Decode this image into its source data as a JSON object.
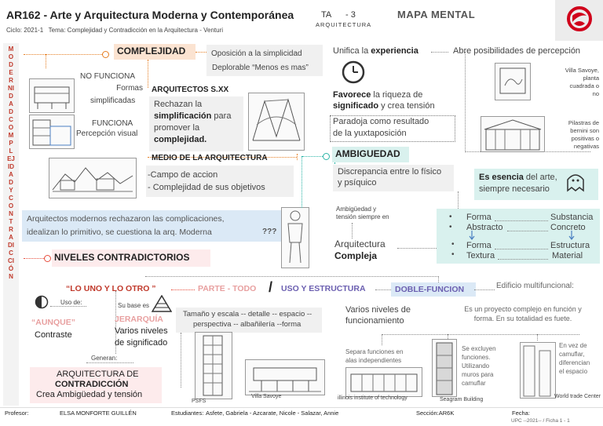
{
  "header": {
    "title": "AR162 - Arte y Arquitectura Moderna y Contemporánea",
    "cycle_label": "Ciclo: 2021-1",
    "theme_label": "Tema: Complejidad y Contradicción en la Arquitectura - Venturi",
    "ta": "TA",
    "ta_num": "- 3",
    "area": "ARQUITECTURA",
    "map_title": "MAPA MENTAL"
  },
  "vertical_title": "MODERNIDAD COMPLEJIDAD Y CONTRADICCIÓN",
  "complejidad": {
    "title": "COMPLEJIDAD",
    "opp1": "Oposición a la simplicidad",
    "opp2": "Deplorable “Menos es mas”",
    "no_funciona": "NO FUNCIONA",
    "formas": "Formas",
    "simplificadas": "simplificadas",
    "funciona": "FUNCIONA",
    "percepcion": "Percepción visual",
    "arq_title": "ARQUITECTOS S.XX",
    "arq_l1": "Rechazan la",
    "arq_l2a": "simplificación",
    "arq_l2b": " para",
    "arq_l3": "promover la",
    "arq_l4": "complejidad.",
    "medio_title": "MEDIO DE LA ARQUITECTURA",
    "medio_1": "-Campo de accion",
    "medio_2": "- Complejidad de sus objetivos",
    "modernos_1": "Arquitectos modernos rechazaron las complicaciones,",
    "modernos_2": "idealizan lo primitivo, se cuestiona la arq. Moderna",
    "qqq": "???"
  },
  "ambiguedad": {
    "unifica_a": "Unifica la ",
    "unifica_b": "experiencia",
    "abre": "Abre posibilidades de percepción",
    "favorece_a": "Favorece",
    "favorece_b": " la riqueza de",
    "favorece_c": "significado",
    "favorece_d": " y crea tensión",
    "paradoja_1": "Paradoja como resultado",
    "paradoja_2": "de la yuxtaposición",
    "savoye_1": "Villa Savoye,",
    "savoye_2": "planta",
    "savoye_3": "cuadrada o",
    "savoye_4": "no",
    "bernini_1": "Pilastras de",
    "bernini_2": "bernini son",
    "bernini_3": "positivas o",
    "bernini_4": "negativas",
    "title": "AMBIGUEDAD",
    "discrep_1": "Discrepancia entre lo físico",
    "discrep_2": "y psíquico",
    "esencia_a": "Es esencia",
    "esencia_b": " del arte,",
    "esencia_c": "siempre necesario",
    "tension_1": "Ambigüedad y",
    "tension_2": "tensión siempre en",
    "arq_compleja_1": "Arquitectura",
    "arq_compleja_2": "Compleja",
    "forma_1": "Forma",
    "sustancia": "Substancia",
    "abstracto": "Abstracto",
    "concreto": "Concreto",
    "forma_2": "Forma",
    "estructura": "Estructura",
    "textura": "Textura",
    "material": "Material"
  },
  "niveles": {
    "title": "NIVELES CONTRADICTORIOS",
    "uno_otro": "“LO UNO Y LO OTRO ”",
    "parte_todo": "PARTE - TODO",
    "slash": "/",
    "uso_estructura": "USO Y ESTRUCTURA",
    "doble_funcion": "DOBLE-FUNCION",
    "uso_de": "Uso de:",
    "su_base": "Su base es",
    "aunque": "“AUNQUE”",
    "contraste": "Contraste",
    "jerarquia": "JERARQUÍA",
    "varios_1": "Varios niveles",
    "varios_2": "de significado",
    "generan": "Generan:",
    "arq_contra_1": "ARQUITECTURA DE",
    "arq_contra_2": "CONTRADICCIÓN",
    "arq_contra_3": "Crea Ambigüedad y tensión",
    "tamano_1": "Tamaño y escala -- detalle -- espacio --",
    "tamano_2": "perspectiva -- albañilería --forma",
    "psfs": "PSFS",
    "villa": "Villa Savoye",
    "varios_func_1": "Varios niveles de",
    "varios_func_2": "funcionamiento",
    "edificio": "Edificio multifuncional:",
    "proyecto_1": "Es un proyecto complejo en función y",
    "proyecto_2": "forma. En su totalidad es fuete.",
    "separa_1": "Separa funciones en",
    "separa_2": "alas independientes",
    "iit": "illinois institute of technology",
    "excluyen_1": "Se excluyen",
    "excluyen_2": "funciones.",
    "excluyen_3": "Utilizando",
    "excluyen_4": "muros para",
    "excluyen_5": "camuflar",
    "seagram": "Seagram Building",
    "camuflar_1": "En vez de",
    "camuflar_2": "camuflar,",
    "camuflar_3": "diferencian",
    "camuflar_4": "el espacio",
    "wtc": "World trade Center"
  },
  "footer": {
    "profesor_label": "Profesor:",
    "profesor": "ELSA MONFORTE GUILLÉN",
    "estudiantes_label": "Estudiantes:",
    "estudiantes": "Asfete, Gabriela - Azcarate, Nicole - Salazar, Annie",
    "seccion": "Sección:AR6K",
    "fecha_label": "Fecha:",
    "lamina": "UPC --2021-- / Ficha 1 - 1"
  },
  "colors": {
    "accent_red": "#c0392b",
    "orange": "#e67e22",
    "teal": "#2bb5a7",
    "purple": "#6b5fb0"
  }
}
